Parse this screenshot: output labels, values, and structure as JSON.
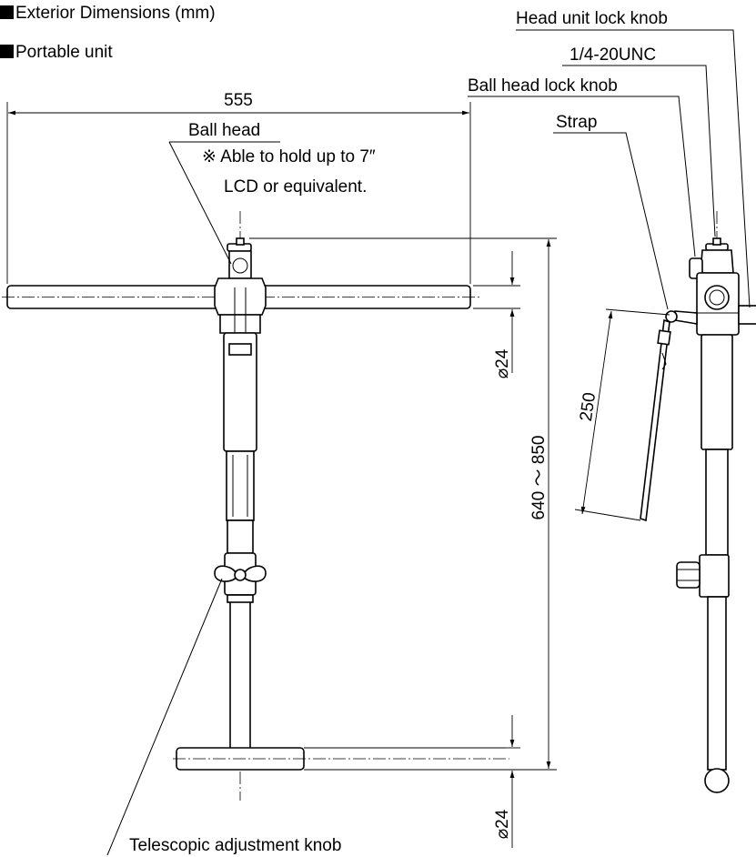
{
  "headings": {
    "exterior": "Exterior Dimensions (mm)",
    "unit": "Portable unit"
  },
  "dimensions": {
    "width": "555",
    "height": "640 ～ 850",
    "top_bar_dia": "⌀24",
    "base_bar_dia": "⌀24",
    "strap_length": "250"
  },
  "labels": {
    "ball_head": "Ball head",
    "note_line1": "※ Able to hold up to 7″",
    "note_line2": "LCD or equivalent.",
    "head_unit_lock_knob": "Head unit lock knob",
    "thread": "1/4-20UNC",
    "ball_head_lock_knob": "Ball head lock knob",
    "strap": "Strap",
    "telescopic_knob": "Telescopic adjustment knob"
  },
  "colors": {
    "line": "#000000",
    "background": "#ffffff"
  }
}
